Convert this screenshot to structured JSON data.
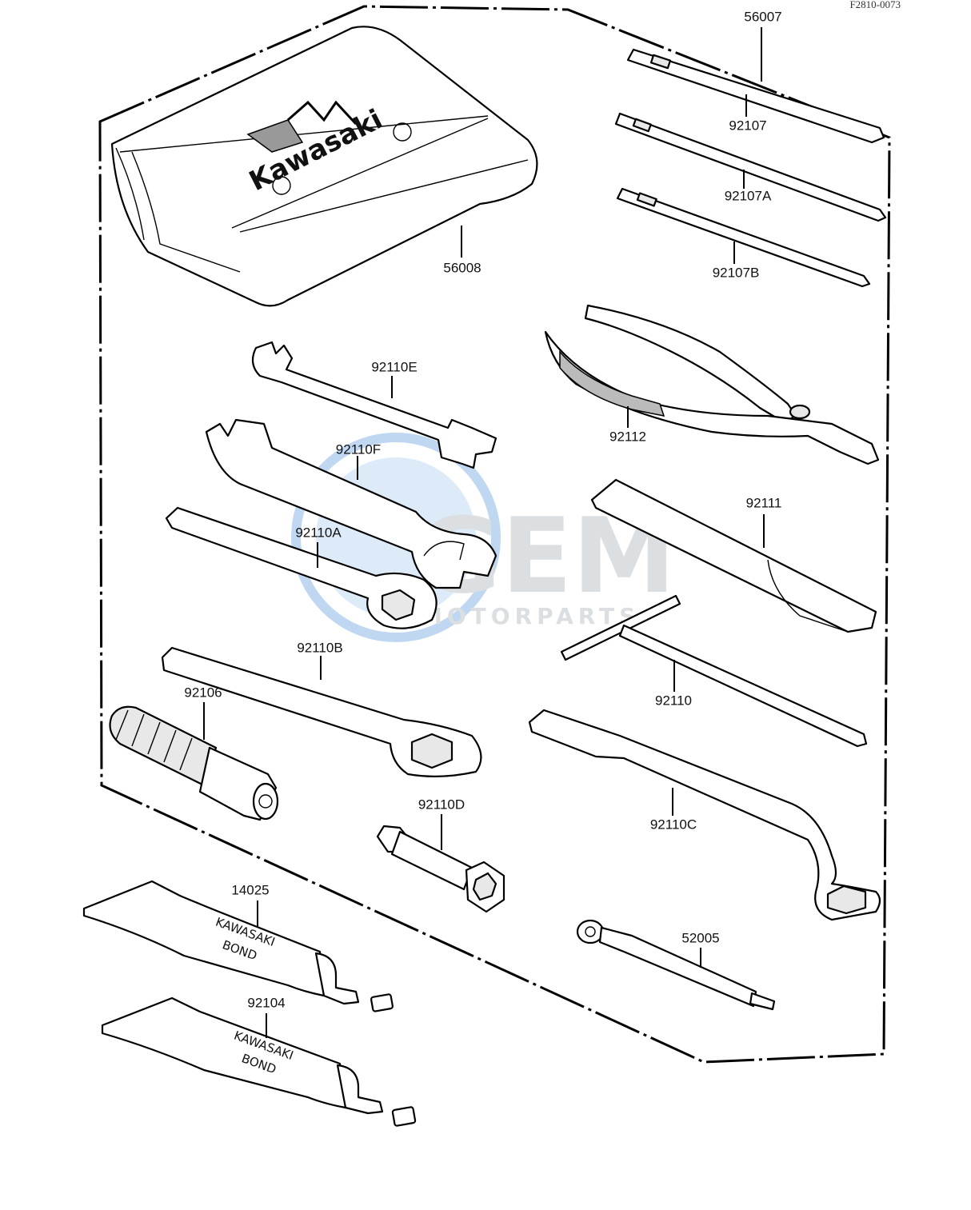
{
  "diagram": {
    "reference_code": "F2810-0073",
    "watermark": {
      "brand": "GEM",
      "subtitle": "MOTORPARTS"
    },
    "part_labels": {
      "p56007": "56007",
      "p92107": "92107",
      "p92107A": "92107A",
      "p92107B": "92107B",
      "p56008": "56008",
      "p92110E": "92110E",
      "p92112": "92112",
      "p92110F": "92110F",
      "p92111": "92111",
      "p92110A": "92110A",
      "p92110B": "92110B",
      "p92110": "92110",
      "p92106": "92106",
      "p92110C": "92110C",
      "p92110D": "92110D",
      "p14025": "14025",
      "p52005": "52005",
      "p92104": "92104"
    },
    "pouch_logo": "Kawasaki",
    "tube_print": {
      "line1": "KAWASAKI",
      "line2": "BOND"
    }
  }
}
